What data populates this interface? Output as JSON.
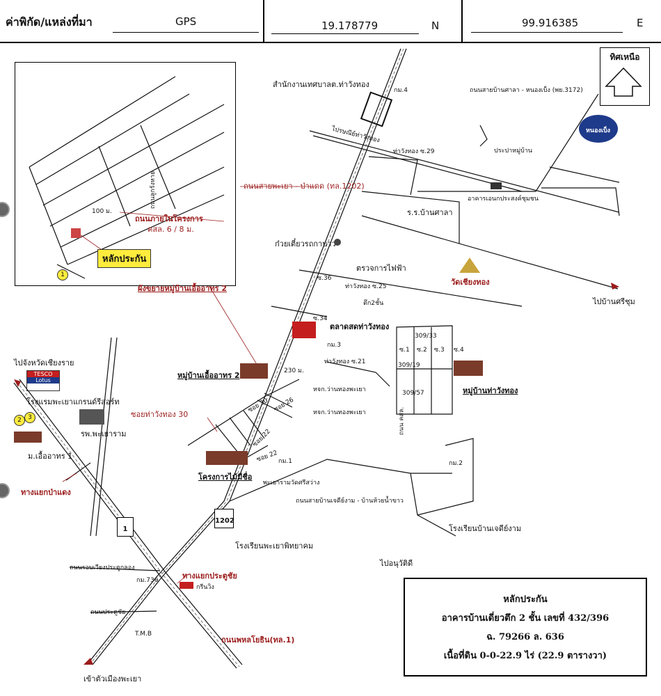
{
  "header": {
    "coord_label": "ค่าพิกัด/แหล่งที่มา",
    "source": "GPS",
    "lat": "19.178779",
    "lat_dir": "N",
    "lon": "99.916385",
    "lon_dir": "E"
  },
  "north": {
    "label": "ทิศเหนือ"
  },
  "inset": {
    "road_label_1": "ถนนภายในโครงการ",
    "road_label_2": "คสล. 6 / 8 ม.",
    "distance": "100 ม.",
    "side_road": "ถนนลูกรังหาย",
    "marker_num": "1",
    "collateral_label": "หลักประกัน",
    "caption": "ผังขยายหมู่บ้านเอื้ออาทร 2"
  },
  "labels": {
    "municipality": "สำนักงานเทศบาลต.ท่าวังทอง",
    "post_office": "ไปรษณีย์ท่าวังทอง",
    "road_banpsaala": "ถนนสายบ้านศาลา - หนองเบ็ง (พย.3172)",
    "km4": "กม.4",
    "water": "ประปาหมู่บ้าน",
    "nong_beng": "หนองเบ็ง",
    "soi29": "ท่าวังทอง ซ.29",
    "road_1202": "ถนนสายพะเยา - ป่าแดด (ทล.1202)",
    "multipurpose": "อาคารเอนกประสงค์ชุมชน",
    "school_baansaala": "ร.ร.บ้านศาลา",
    "noodle": "ก๋วยเตี๋ยวรถกาบาว",
    "electric": "ตรวจการไฟฟ้า",
    "wat": "วัดเชียงทอง",
    "to_sichum": "ไปบ้านศรีชุม",
    "soi36": "ซ.36",
    "soi25": "ท่าวังทอง ซ.25",
    "two_storey": "ตึก2ชั้น",
    "soi34": "ซ.34",
    "market": "ตลาดสดท่าวังทอง",
    "km3": "กม.3",
    "soi21": "ท่าวังทอง ซ.21",
    "village_euaarthorn2": "หมู่บ้านเอื้ออาทร 2",
    "dist230": "230 ม.",
    "tawangthong_village": "หมู่บ้านท่าวังทอง",
    "shop1": "หจก.ว่านทองพะเยา",
    "shop2": "หจก.ว่านทองพะเยา",
    "to_chiangrai": "ไปจังหวัดเชียงราย",
    "tesco_top": "TESCO",
    "tesco_bot": "Lotus",
    "hotel": "โรงแรมพะเยาแกรนด์รีสอร์ท",
    "hospital": "รพ.พะเยาราม",
    "village_euaarthorn1": "ม.เอื้ออาทร 1",
    "soi30": "ซอยท่าวังทอง 30",
    "soi30s": "ซอย 30",
    "soi26": "ซอย 26",
    "soi22": "ซอย 22",
    "soi22b": "ซอย 22",
    "project_mai": "โครงการไม้มีชื่อ",
    "km1": "กม.1",
    "junction_padaeng": "ทางแยกป่าแดง",
    "temple_road": "พะเยารามวัดศรีสว่าง",
    "road_chediyam": "ถนนสายบ้านเจดีย์งาม - บ้านห้วยน้ำขาว",
    "km2": "กม.2",
    "school_phayao": "โรงเรียนพะเยาพิทยาคม",
    "school_chedi": "โรงเรียนบ้านเจดีย์งาม",
    "to_wat": "ไปอนุวัติดี",
    "ring_road": "ถนนรอบเวียงประตูกลอง",
    "km736": "กม.736",
    "junction_pratu": "ทางแยกประตูชัย",
    "green_wing": "กรีนวิง",
    "pratuchai_rd": "ถนนประตูชัย",
    "tmb": "T.M.B",
    "phahonyothin": "ถนนพหลโยธิน(ทล.1)",
    "to_city": "เข้าตัวเมืองพะเยา",
    "hwy1": "1",
    "hwy1202": "1202",
    "s1": "ซ.1",
    "s2": "ซ.2",
    "s3": "ซ.3",
    "s4": "ซ.4",
    "h309_33": "309/33",
    "h309_19": "309/19",
    "h309_57": "309/57",
    "concrete": "ถนน คสล.",
    "m2": "2",
    "m3": "3"
  },
  "collateral": {
    "title": "หลักประกัน",
    "line1": "อาคารบ้านเดี่ยวตึก 2 ชั้น เลขที่ 432/396",
    "line2": "ฉ. 79266  ล. 636",
    "line3": "เนื้อที่ดิน 0-0-22.9 ไร่ (22.9 ตารางวา)"
  }
}
